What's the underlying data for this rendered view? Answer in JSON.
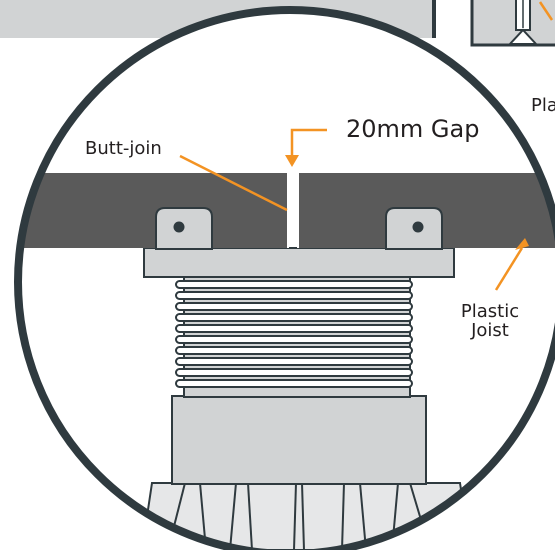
{
  "labels": {
    "gap": "20mm Gap",
    "butt_join": "Butt-join",
    "plastic_joist_line1": "Plastic",
    "plastic_joist_line2": "Joist",
    "partial_label": "Pla"
  },
  "colors": {
    "accent": "#f39323",
    "joist": "#5a5a5a",
    "outline": "#2f3a3f",
    "pedestal_fill": "#d1d3d4",
    "background_panel": "#d1d3d4"
  },
  "icons": {
    "fastener": "screw-icon"
  }
}
